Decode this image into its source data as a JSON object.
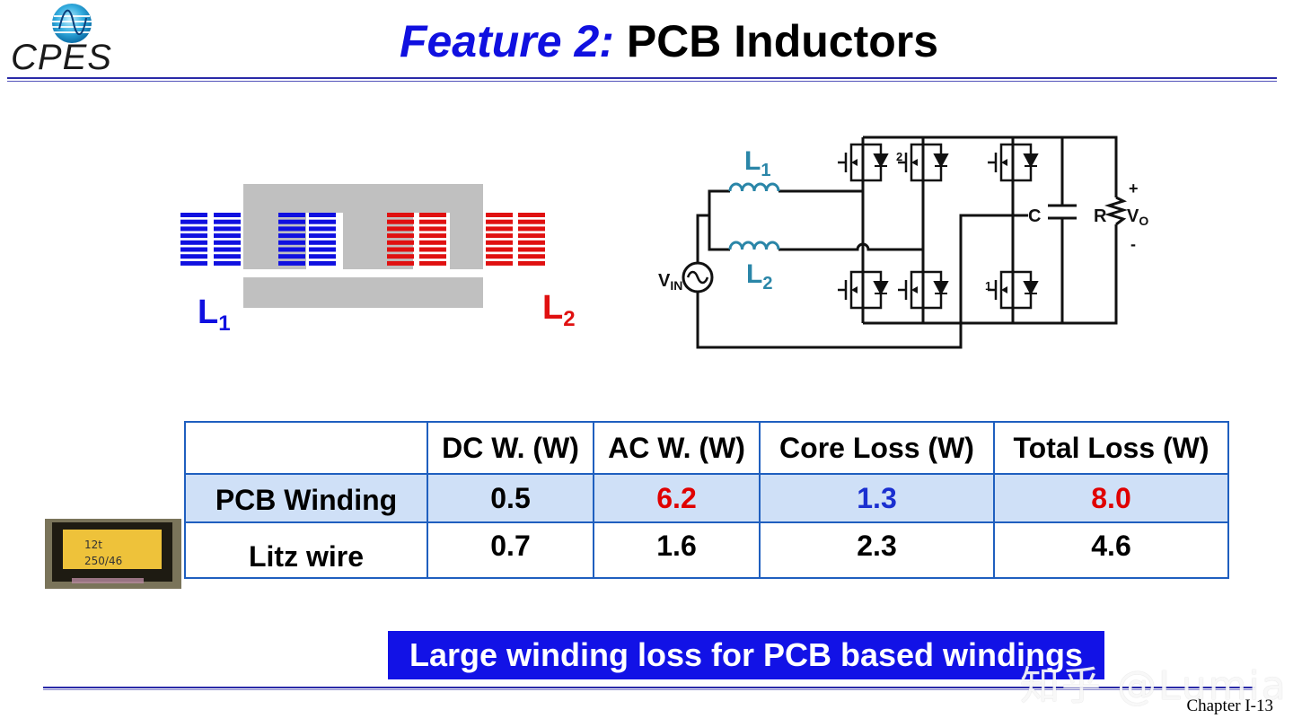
{
  "header": {
    "logo_text": "CPES",
    "title_accent": "Feature 2:",
    "title_main": "PCB Inductors"
  },
  "core_diagram": {
    "label_left": "L",
    "label_left_sub": "1",
    "label_right": "L",
    "label_right_sub": "2",
    "colors": {
      "left_winding": "#1010e0",
      "right_winding": "#e01010",
      "core": "#c0c0c0"
    }
  },
  "circuit": {
    "l1": "L",
    "l1_sub": "1",
    "l2": "L",
    "l2_sub": "2",
    "vin": "V",
    "vin_sub": "IN",
    "cap": "C",
    "res": "R",
    "vo": "V",
    "vo_sub": "O",
    "plus": "+",
    "minus": "-",
    "switch_2": "2",
    "switch_1": "1"
  },
  "table": {
    "headers": [
      "",
      "DC W. (W)",
      "AC W. (W)",
      "Core Loss (W)",
      "Total Loss (W)"
    ],
    "rows": [
      {
        "label": "PCB Winding",
        "values": [
          "0.5",
          "6.2",
          "1.3",
          "8.0"
        ]
      },
      {
        "label": "Litz wire",
        "values": [
          "0.7",
          "1.6",
          "2.3",
          "4.6"
        ]
      }
    ]
  },
  "photo": {
    "note_line1": "12t",
    "note_line2": "250/46"
  },
  "callout": {
    "text": "Large winding loss for PCB based windings"
  },
  "footer": {
    "chapter": "Chapter I-13"
  },
  "watermark": {
    "text": "知乎 @Lumia"
  }
}
